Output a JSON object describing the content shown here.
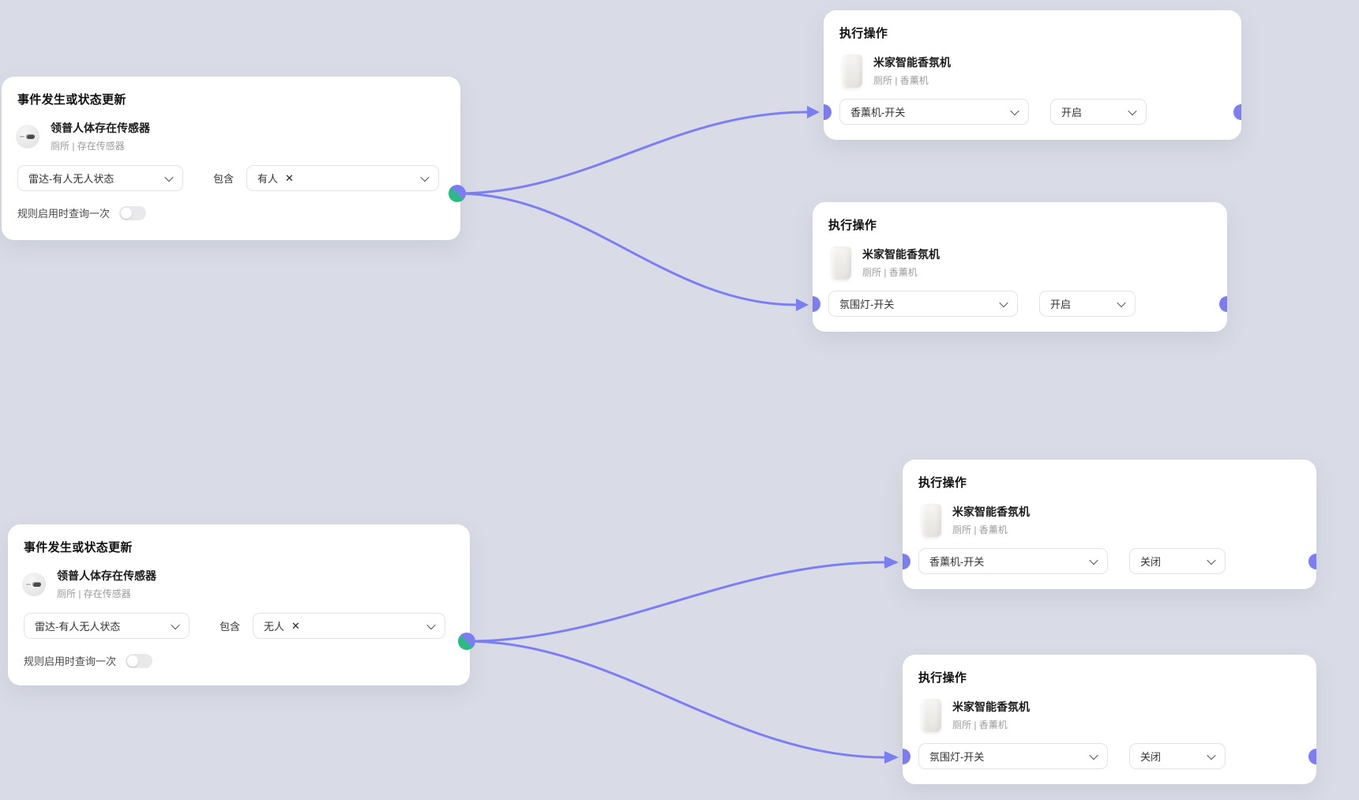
{
  "canvas": {
    "colors": {
      "background": "#d9dce6",
      "card": "#ffffff",
      "connector": "#7c7ff2",
      "input_handle": "#7b7df1",
      "output_handle_green": "#2db984",
      "output_handle_purple": "#7b7df1"
    }
  },
  "nodes": {
    "trigger_top": {
      "title": "事件发生或状态更新",
      "device": {
        "name": "领普人体存在传感器",
        "location": "厕所 | 存在传感器",
        "icon": "presence-sensor-icon"
      },
      "property_select": {
        "value": "雷达-有人无人状态"
      },
      "contains_label": "包含",
      "value_select": {
        "tag": "有人",
        "remove_icon": "✕"
      },
      "query_once": {
        "label": "规则启用时查询一次",
        "enabled": false
      }
    },
    "trigger_bottom": {
      "title": "事件发生或状态更新",
      "device": {
        "name": "领普人体存在传感器",
        "location": "厕所 | 存在传感器",
        "icon": "presence-sensor-icon"
      },
      "property_select": {
        "value": "雷达-有人无人状态"
      },
      "contains_label": "包含",
      "value_select": {
        "tag": "无人",
        "remove_icon": "✕"
      },
      "query_once": {
        "label": "规则启用时查询一次",
        "enabled": false
      }
    },
    "action_1": {
      "title": "执行操作",
      "device": {
        "name": "米家智能香氛机",
        "location": "厕所 | 香薰机",
        "icon": "aroma-diffuser-image"
      },
      "function_select": {
        "value": "香薰机-开关"
      },
      "state_select": {
        "value": "开启"
      }
    },
    "action_2": {
      "title": "执行操作",
      "device": {
        "name": "米家智能香氛机",
        "location": "厕所 | 香薰机",
        "icon": "aroma-diffuser-image"
      },
      "function_select": {
        "value": "氛围灯-开关"
      },
      "state_select": {
        "value": "开启"
      }
    },
    "action_3": {
      "title": "执行操作",
      "device": {
        "name": "米家智能香氛机",
        "location": "厕所 | 香薰机",
        "icon": "aroma-diffuser-image"
      },
      "function_select": {
        "value": "香薰机-开关"
      },
      "state_select": {
        "value": "关闭"
      }
    },
    "action_4": {
      "title": "执行操作",
      "device": {
        "name": "米家智能香氛机",
        "location": "厕所 | 香薰机",
        "icon": "aroma-diffuser-image"
      },
      "function_select": {
        "value": "氛围灯-开关"
      },
      "state_select": {
        "value": "关闭"
      }
    }
  },
  "edges": [
    {
      "from": "trigger_top",
      "to": "action_1"
    },
    {
      "from": "trigger_top",
      "to": "action_2"
    },
    {
      "from": "trigger_bottom",
      "to": "action_3"
    },
    {
      "from": "trigger_bottom",
      "to": "action_4"
    }
  ]
}
